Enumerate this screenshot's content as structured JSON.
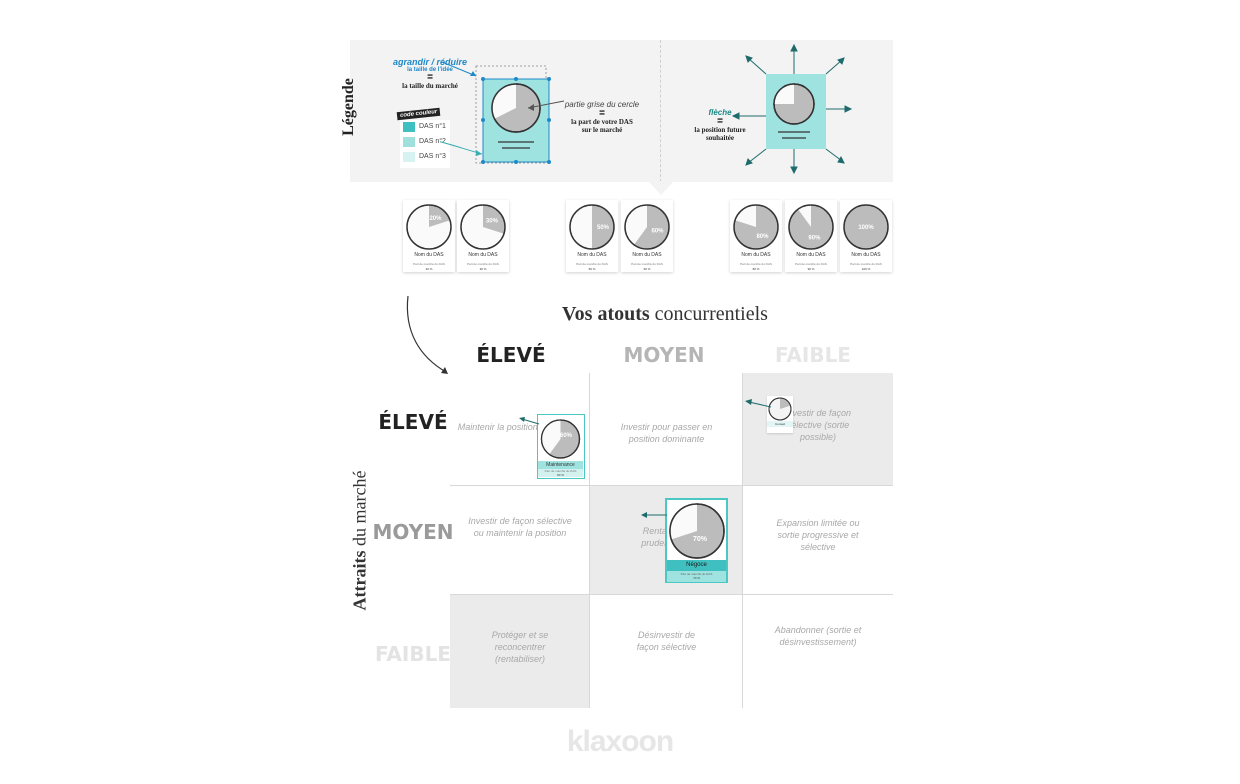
{
  "legend": {
    "title": "Légende",
    "resize_title": "agrandir / réduire",
    "resize_sub": "la taille de l'idée",
    "equals": "=",
    "resize_meaning": "la taille du marché",
    "color_code_label": "code couleur",
    "das_items": [
      {
        "label": "DAS n°1",
        "color": "#3fbfbf"
      },
      {
        "label": "DAS n°2",
        "color": "#9fe0dc"
      },
      {
        "label": "DAS n°3",
        "color": "#d7f3f1"
      }
    ],
    "grey_part_title": "partie grise du cercle",
    "grey_part_meaning_1": "la part de votre DAS",
    "grey_part_meaning_2": "sur le marché",
    "arrow_title": "flèche",
    "arrow_meaning_1": "la position future",
    "arrow_meaning_2": "souhaitée"
  },
  "mini_cards": [
    {
      "pct_label": "20%",
      "share": 0.2,
      "name": "Nom du DAS",
      "sub": "Part de marché du DAS",
      "pct_small": "20 %"
    },
    {
      "pct_label": "30%",
      "share": 0.3,
      "name": "Nom du DAS",
      "sub": "Part de marché du DAS",
      "pct_small": "30 %"
    },
    {
      "pct_label": "50%",
      "share": 0.5,
      "name": "Nom du DAS",
      "sub": "Part de marché du DAS",
      "pct_small": "50 %"
    },
    {
      "pct_label": "60%",
      "share": 0.6,
      "name": "Nom du DAS",
      "sub": "Part de marché du DAS",
      "pct_small": "60 %"
    },
    {
      "pct_label": "80%",
      "share": 0.8,
      "name": "Nom du DAS",
      "sub": "Part de marché du DAS",
      "pct_small": "80 %"
    },
    {
      "pct_label": "90%",
      "share": 0.9,
      "name": "Nom du DAS",
      "sub": "Part de marché du DAS",
      "pct_small": "90 %"
    },
    {
      "pct_label": "100%",
      "share": 1.0,
      "name": "Nom du DAS",
      "sub": "Part de marché du DAS",
      "pct_small": "100 %"
    }
  ],
  "matrix": {
    "top_title_bold": "Vos atouts",
    "top_title_rest": " concurrentiels",
    "side_title_bold": "Attraits",
    "side_title_rest": " du marché",
    "columns": [
      "ÉLEVÉ",
      "MOYEN",
      "FAIBLE"
    ],
    "rows": [
      "ÉLEVÉ",
      "MOYEN",
      "FAIBLE"
    ],
    "column_colors": [
      "#222222",
      "#b5b5b5",
      "#e6e6e6"
    ],
    "row_colors": [
      "#222222",
      "#9a9a9a",
      "#e3e3e3"
    ],
    "cells": [
      [
        "Maintenir la position dominante",
        "Investir pour passer en position dominante",
        "Investir de façon sélective (sortie possible)"
      ],
      [
        "Investir de façon sélective ou maintenir la position",
        "Rentabiliser prudemment",
        "Expansion limitée ou sortie progressive et sélective"
      ],
      [
        "Protéger et se reconcentrer (rentabiliser)",
        "Désinvestir de façon sélective",
        "Abandonner (sortie et désinvestissement)"
      ]
    ]
  },
  "placed_cards": [
    {
      "pct_label": "60%",
      "share": 0.6,
      "name": "Maintenance",
      "sub": "Part de marché du DAS",
      "pct_small": "60 %"
    },
    {
      "pct_label": "70%",
      "share": 0.7,
      "name": "Négoce",
      "sub": "Part de marché du DAS",
      "pct_small": "70 %"
    },
    {
      "pct_label": "",
      "share": 0.2,
      "name": "Conseil",
      "sub": "",
      "pct_small": ""
    }
  ],
  "brand": "klaxoon"
}
